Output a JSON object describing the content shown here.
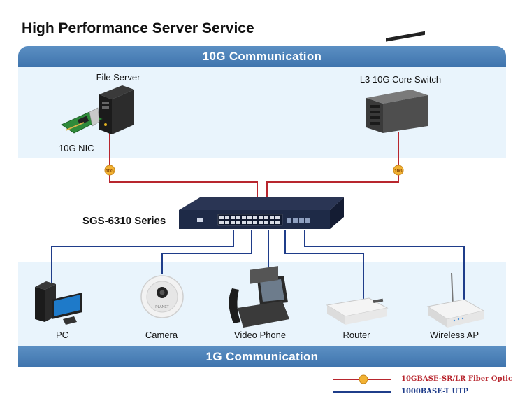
{
  "title": "High Performance Server Service",
  "banners": {
    "top": "10G Communication",
    "bottom": "1G Communication"
  },
  "top_devices": {
    "file_server": "File Server",
    "nic": "10G NIC",
    "core_switch": "L3 10G Core Switch"
  },
  "switch": {
    "series": "SGS-6310 Series"
  },
  "link_badge": "10G",
  "bottom_devices": [
    "PC",
    "Camera",
    "Video Phone",
    "Router",
    "Wireless AP"
  ],
  "legend": {
    "fiber": "10GBASE-SR/LR Fiber Optic",
    "utp": "1000BASE-T UTP"
  },
  "colors": {
    "fiber_line": "#b8262e",
    "utp_line": "#1f3d8a",
    "badge": "#f2b233",
    "banner": "#4a7fb7"
  }
}
